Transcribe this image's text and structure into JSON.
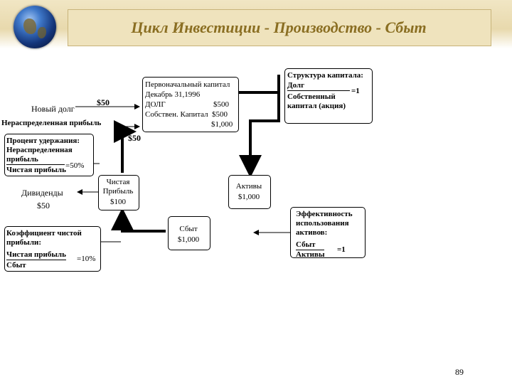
{
  "slide": {
    "title": "Цикл Инвестиции - Производство - Сбыт",
    "page_number": "89"
  },
  "new_debt": {
    "label": "Новый долг",
    "amount": "$50"
  },
  "retained": {
    "label": "Нераспределенная прибыль",
    "amount": "$50"
  },
  "capital": {
    "line1": "Первоначальный капитал",
    "line2": "Декабрь 31,1996",
    "debt_label": "ДОЛГ",
    "debt_value": "$500",
    "equity_label": "Собствен. Капитал",
    "equity_value": "$500",
    "total": "$1,000"
  },
  "structure": {
    "title": "Структура капитала:",
    "numerator": "Долг",
    "denominator": "Собственный капитал (акция)",
    "value": "=1"
  },
  "retention": {
    "line1": "Процент удержания:",
    "line2": "Нераспределенная прибыль",
    "line3": "Чистая прибыль",
    "value": "=50%"
  },
  "dividends": {
    "label": "Дивиденды",
    "amount": "$50"
  },
  "net_income": {
    "label": "Чистая Прибыль",
    "amount": "$100"
  },
  "assets": {
    "label": "Активы",
    "amount": "$1,000"
  },
  "sales": {
    "label": "Сбыт",
    "amount": "$1,000"
  },
  "margin": {
    "line1": "Коэффициент чистой прибыли:",
    "numerator": "Чистая прибыль",
    "denominator": "Сбыт",
    "value": "=10%"
  },
  "turnover": {
    "line1": "Эффективность использования активов:",
    "numerator": "Сбыт",
    "denominator": "Активы",
    "value": "=1"
  }
}
